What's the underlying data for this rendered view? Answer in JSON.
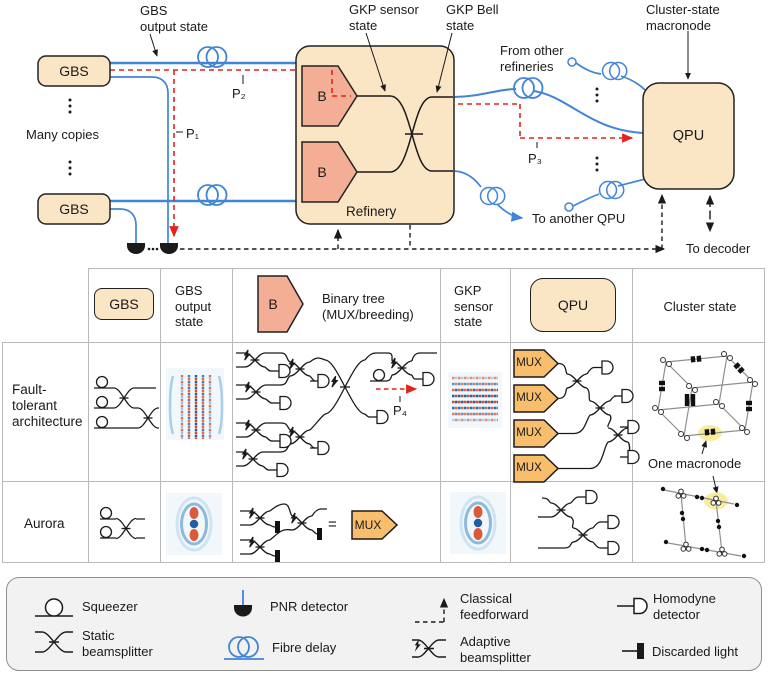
{
  "colors": {
    "chip_fill": "#FAE5C4",
    "b_fill": "#F5AE96",
    "mux_fill": "#F9BE6B",
    "fiber_blue": "#4285d6",
    "feedforward_red": "#E3231C",
    "wire_black": "#1a1a1a",
    "highlight_yellow": "#F9ED9C",
    "legend_bg": "#F2F2F2"
  },
  "top": {
    "gbs": "GBS",
    "qpu": "QPU",
    "b": "B",
    "refinery": "Refinery",
    "gbs_output_state": "GBS\noutput state",
    "many_copies": "Many copies",
    "p1": "P₁",
    "p2": "P₂",
    "p3": "P₃",
    "gkp_sensor": "GKP sensor\nstate",
    "gkp_bell": "GKP Bell\nstate",
    "cluster_macronode": "Cluster-state\nmacronode",
    "from_other_refineries": "From other\nrefineries",
    "to_another_qpu": "To another QPU",
    "to_decoder": "To decoder"
  },
  "table": {
    "headers": {
      "gbs": "GBS",
      "gbs_output": "GBS\noutput\nstate",
      "b": "B",
      "binary_tree": "Binary tree\n(MUX/breeding)",
      "gkp_sensor": "GKP\nsensor\nstate",
      "qpu": "QPU",
      "cluster": "Cluster state"
    },
    "row1_label": "Fault-\ntolerant\narchitecture",
    "row2_label": "Aurora",
    "p4": "P₄",
    "mux": "MUX",
    "equals": "=",
    "one_macronode": "One macronode"
  },
  "legend": {
    "items": [
      {
        "name": "squeezer",
        "label": "Squeezer"
      },
      {
        "name": "static-beamsplitter",
        "label": "Static\nbeamsplitter"
      },
      {
        "name": "pnr-detector",
        "label": "PNR detector"
      },
      {
        "name": "fibre-delay",
        "label": "Fibre delay"
      },
      {
        "name": "classical-feedforward",
        "label": "Classical\nfeedforward"
      },
      {
        "name": "adaptive-beamsplitter",
        "label": "Adaptive\nbeamsplitter"
      },
      {
        "name": "homodyne-detector",
        "label": "Homodyne\ndetector"
      },
      {
        "name": "discarded-light",
        "label": "Discarded light"
      }
    ]
  }
}
